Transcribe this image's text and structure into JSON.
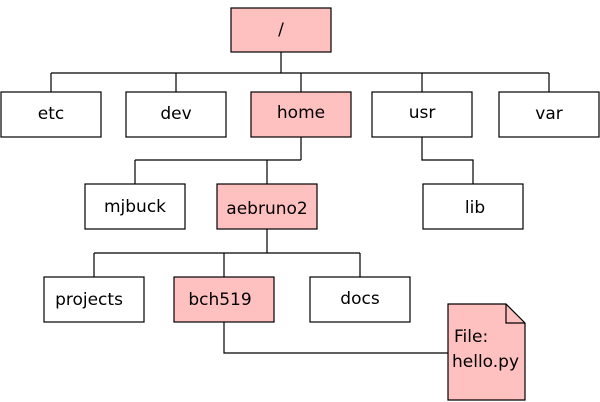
{
  "colors": {
    "highlight_fill": "#ffc0c0",
    "normal_fill": "#ffffff",
    "stroke": "#000000"
  },
  "nodes": {
    "root": {
      "label": "/",
      "highlighted": true
    },
    "etc": {
      "label": "etc",
      "highlighted": false
    },
    "dev": {
      "label": "dev",
      "highlighted": false
    },
    "home": {
      "label": "home",
      "highlighted": true
    },
    "usr": {
      "label": "usr",
      "highlighted": false
    },
    "var": {
      "label": "var",
      "highlighted": false
    },
    "mjbuck": {
      "label": "mjbuck",
      "highlighted": false
    },
    "aebruno2": {
      "label": "aebruno2",
      "highlighted": true
    },
    "lib": {
      "label": "lib",
      "highlighted": false
    },
    "projects": {
      "label": "projects",
      "highlighted": false
    },
    "bch519": {
      "label": "bch519",
      "highlighted": true
    },
    "docs": {
      "label": "docs",
      "highlighted": false
    },
    "file": {
      "label_line1": "File:",
      "label_line2": "hello.py",
      "highlighted": true
    }
  },
  "edges": [
    [
      "root",
      "etc"
    ],
    [
      "root",
      "dev"
    ],
    [
      "root",
      "home"
    ],
    [
      "root",
      "usr"
    ],
    [
      "root",
      "var"
    ],
    [
      "home",
      "mjbuck"
    ],
    [
      "home",
      "aebruno2"
    ],
    [
      "usr",
      "lib"
    ],
    [
      "aebruno2",
      "projects"
    ],
    [
      "aebruno2",
      "bch519"
    ],
    [
      "aebruno2",
      "docs"
    ],
    [
      "bch519",
      "file"
    ]
  ]
}
